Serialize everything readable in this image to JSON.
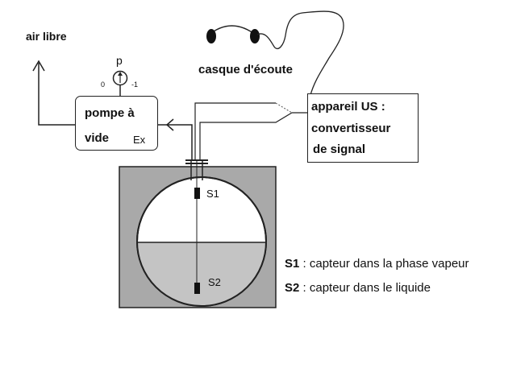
{
  "labels": {
    "air_libre": "air libre",
    "pressure_symbol": "p",
    "gauge_min": "0",
    "gauge_max": "-1",
    "pump_line1": "pompe à",
    "pump_line2": "vide",
    "pump_ex": "Ex",
    "headphones": "casque d'écoute",
    "device_line1": "appareil US :",
    "device_line2": "convertisseur",
    "device_line3": "de signal",
    "sensor_s1": "S1",
    "sensor_s2": "S2"
  },
  "legend": [
    {
      "key": "S1",
      "text": " : capteur dans la phase vapeur"
    },
    {
      "key": "S2",
      "text": " : capteur dans le liquide"
    }
  ],
  "colors": {
    "enclosure_fill": "#a9a9a9",
    "vessel_fill": "#ffffff",
    "liquid_fill": "#c4c4c4",
    "line": "#222222",
    "sensor": "#111111"
  }
}
